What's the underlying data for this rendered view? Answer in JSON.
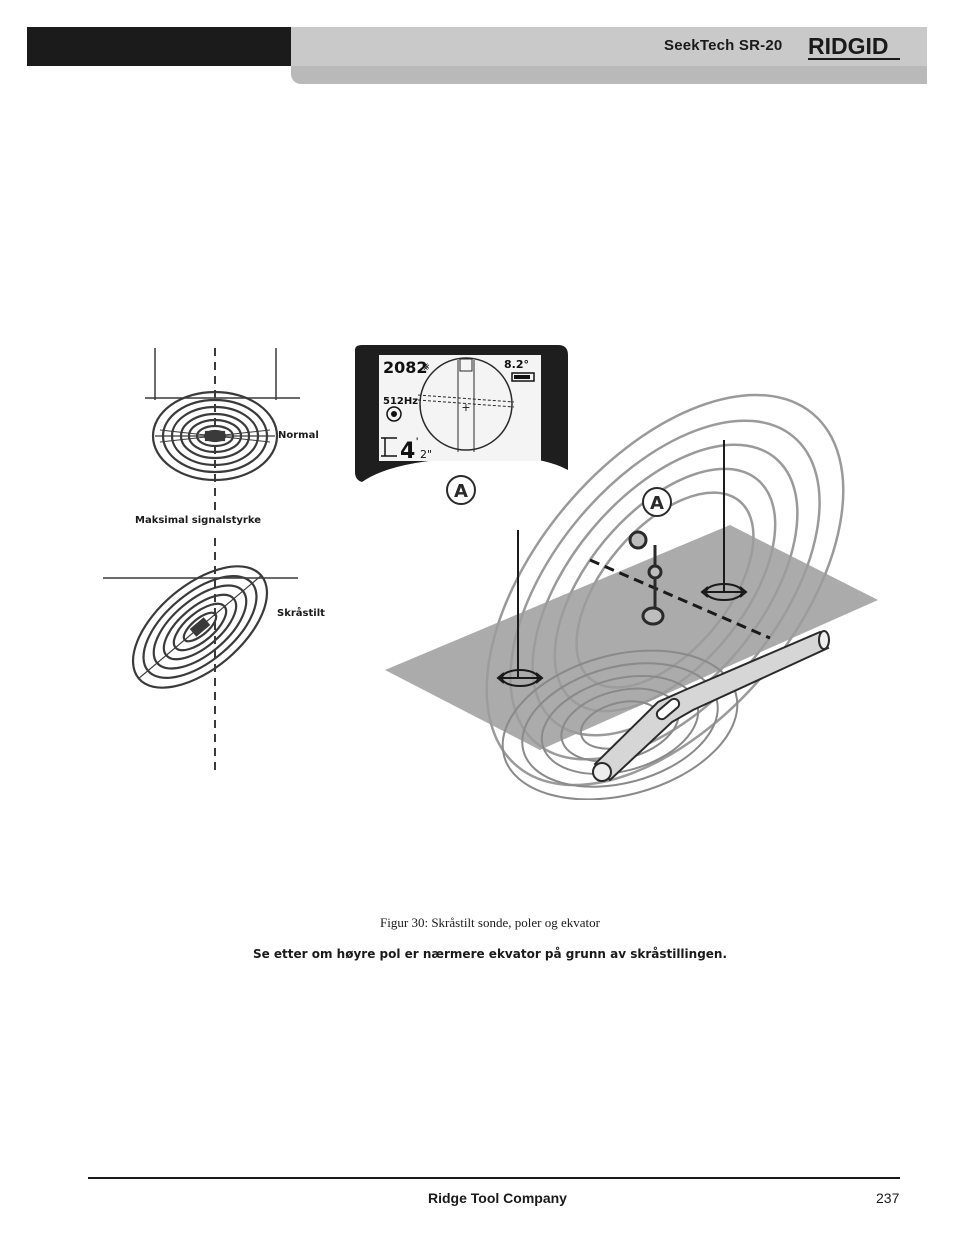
{
  "header": {
    "title": "SeekTech SR-20",
    "brand": "RIDGID",
    "colors": {
      "dark_bar": "#1b1b1b",
      "light_bar": "#c9c9c9",
      "tab": "#b9b9b9"
    }
  },
  "figure": {
    "labels": {
      "normal": "Normal",
      "max_signal": "Maksimal signalstyrke",
      "tilted": "Skråstilt"
    },
    "display": {
      "signal": "2082",
      "angle": "8.2°",
      "frequency": "512Hz",
      "depth_feet": "4",
      "depth_inches": "2\""
    },
    "callouts": [
      "A",
      "A"
    ]
  },
  "caption": "Figur 30: Skråstilt sonde, poler og ekvator",
  "note": "Se etter om høyre pol er nærmere ekvator på grunn av skråstillingen.",
  "footer": {
    "company": "Ridge Tool Company",
    "page": "237"
  }
}
